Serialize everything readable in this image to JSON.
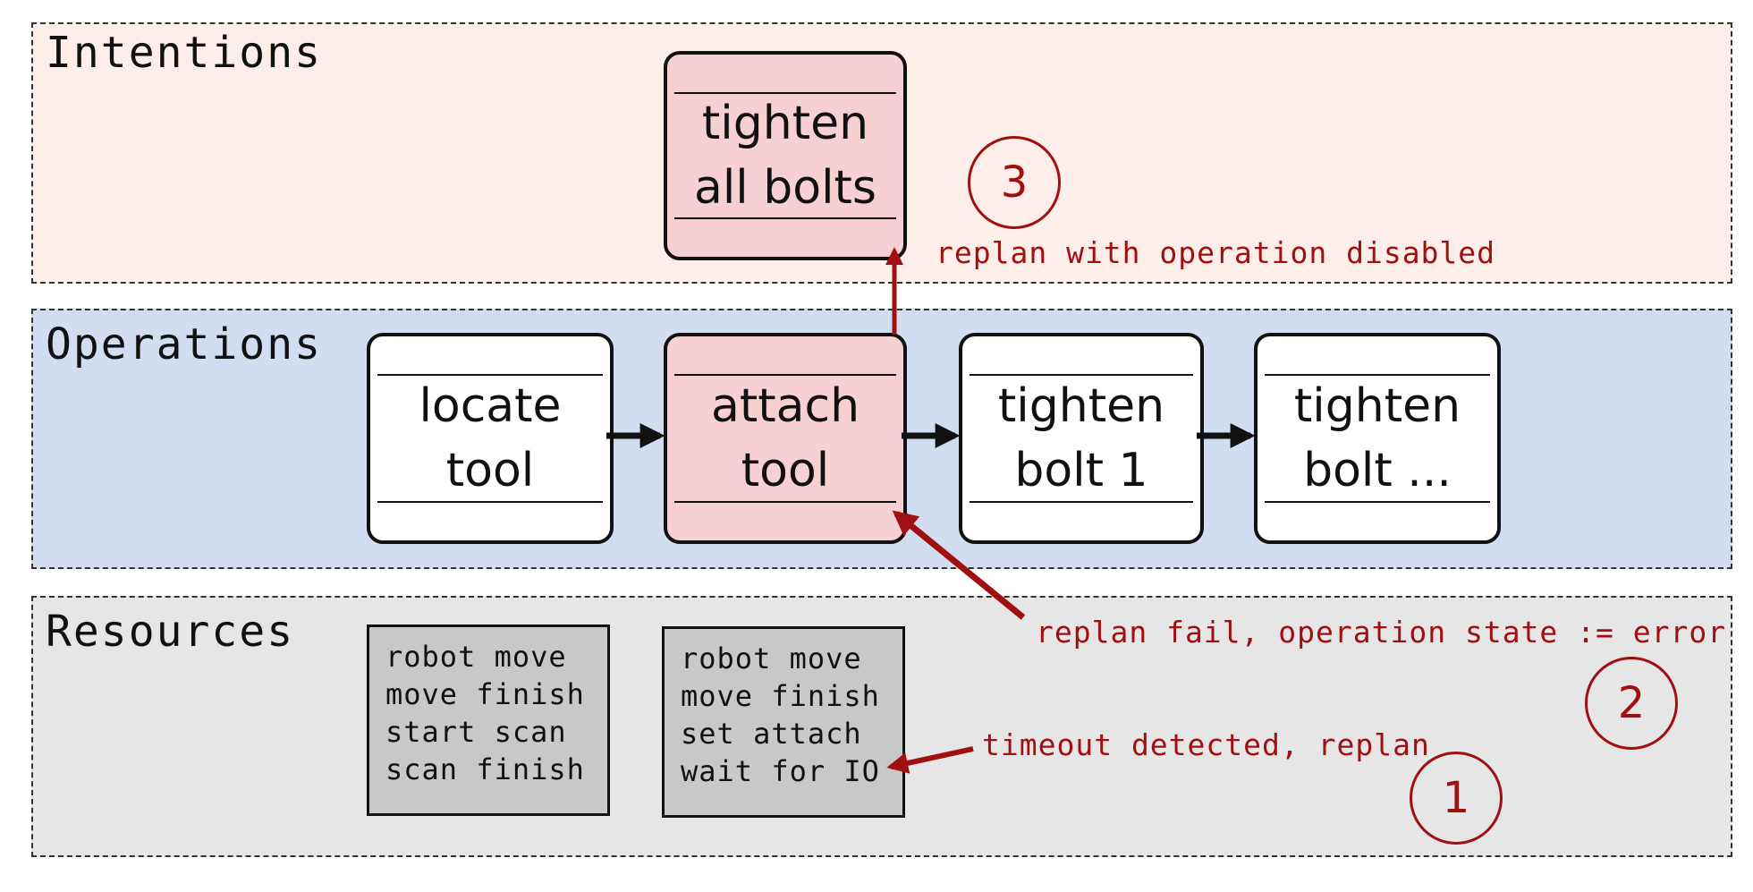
{
  "layers": {
    "intentions": "Intentions",
    "operations": "Operations",
    "resources": "Resources"
  },
  "intention": {
    "line1": "tighten",
    "line2": "all bolts"
  },
  "operations": [
    {
      "line1": "locate",
      "line2": "tool"
    },
    {
      "line1": "attach",
      "line2": "tool"
    },
    {
      "line1": "tighten",
      "line2": "bolt 1"
    },
    {
      "line1": "tighten",
      "line2": "bolt ..."
    }
  ],
  "resources": [
    {
      "lines": [
        "robot move",
        "move finish",
        "start scan",
        "scan finish"
      ]
    },
    {
      "lines": [
        "robot move",
        "move finish",
        "set attach",
        "wait for IO"
      ]
    }
  ],
  "annotations": {
    "step1": "timeout detected, replan",
    "step2": "replan fail, operation state := error",
    "step3": "replan with operation disabled"
  },
  "steps": {
    "one": "1",
    "two": "2",
    "three": "3"
  },
  "colors": {
    "accent": "#a01010",
    "active_node": "#f6d0d2",
    "intentions_bg": "#fdeeea",
    "operations_bg": "#d3ddf2",
    "resources_bg": "#e6e6e6",
    "resource_box": "#c8c8c8"
  }
}
